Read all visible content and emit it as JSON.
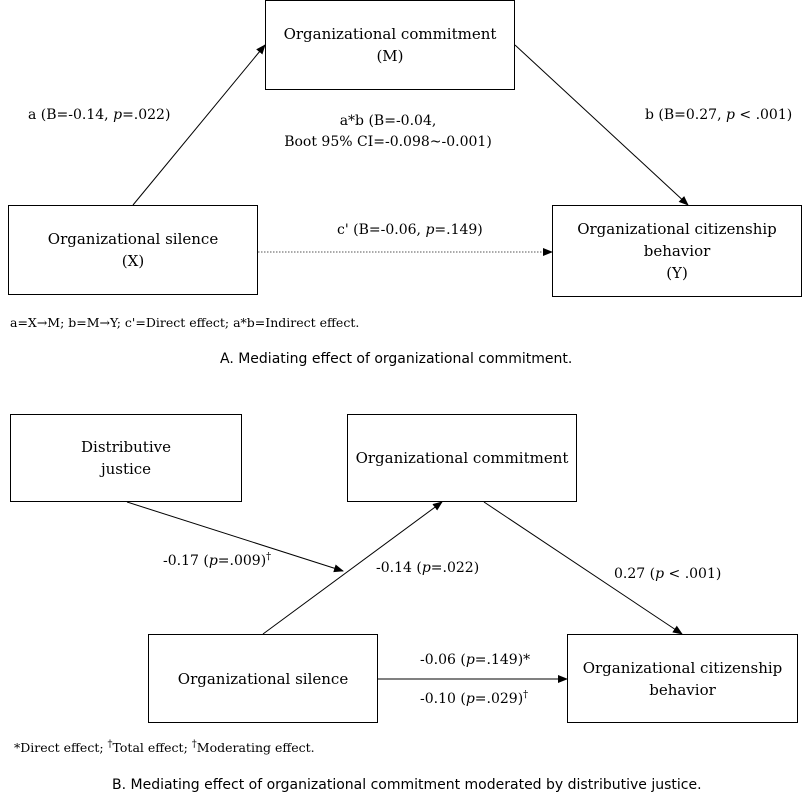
{
  "panel_a": {
    "node_m": {
      "line1": "Organizational commitment",
      "line2": "(M)"
    },
    "node_x": {
      "line1": "Organizational silence",
      "line2": "(X)"
    },
    "node_y": {
      "line1": "Organizational citizenship",
      "line2": "behavior",
      "line3": "(Y)"
    },
    "path_a": {
      "prefix": "a (B=-0.14, ",
      "p": "p",
      "suffix": "=.022)"
    },
    "path_b": {
      "prefix": "b (B=0.27, ",
      "p": "p",
      "suffix": " < .001)"
    },
    "path_ab": {
      "line1": "a*b (B=-0.04,",
      "line2": "Boot 95% CI=-0.098~-0.001)"
    },
    "path_c": {
      "prefix": "c' (B=-0.06, ",
      "p": "p",
      "suffix": "=.149)"
    },
    "note": "a=X→M; b=M→Y; c'=Direct effect; a*b=Indirect effect.",
    "caption": "A. Mediating effect of organizational commitment."
  },
  "panel_b": {
    "node_dj": {
      "line1": "Distributive",
      "line2": "justice"
    },
    "node_m": {
      "line1": "Organizational commitment"
    },
    "node_x": {
      "line1": "Organizational silence"
    },
    "node_y": {
      "line1": "Organizational citizenship",
      "line2": "behavior"
    },
    "path_mod": {
      "prefix": "-0.17 (",
      "p": "p",
      "suffix": "=.009)",
      "mark": "†"
    },
    "path_a": {
      "prefix": "-0.14 (",
      "p": "p",
      "suffix": "=.022)"
    },
    "path_b": {
      "prefix": "0.27 (",
      "p": "p",
      "suffix": " < .001)"
    },
    "path_direct": {
      "prefix": "-0.06 (",
      "p": "p",
      "suffix": "=.149)*"
    },
    "path_total": {
      "prefix": "-0.10 (",
      "p": "p",
      "suffix": "=.029)",
      "mark": "†"
    },
    "note": {
      "part1": "*Direct effect; ",
      "mark1": "†",
      "part2": "Total effect; ",
      "mark2": "†",
      "part3": "Moderating effect."
    },
    "caption": "B. Mediating effect of organizational commitment moderated by distributive justice."
  }
}
